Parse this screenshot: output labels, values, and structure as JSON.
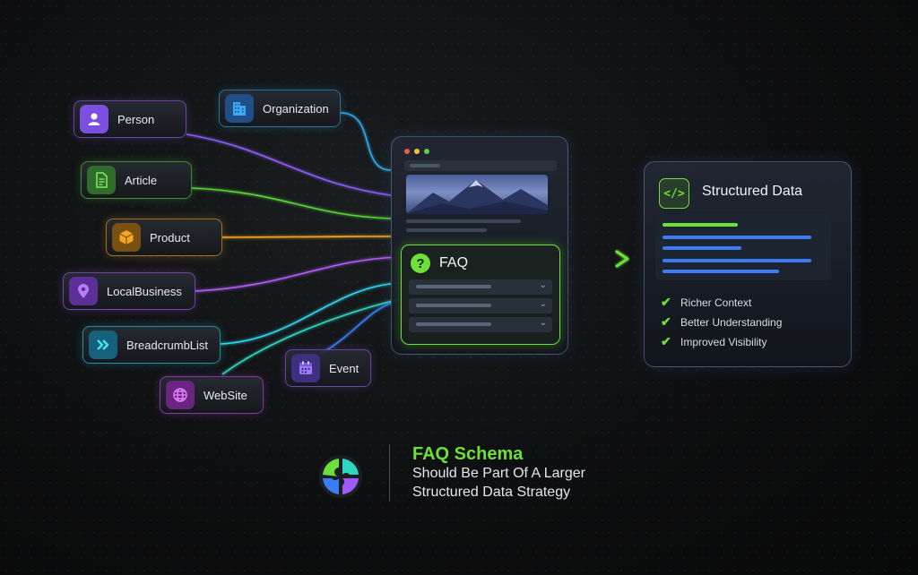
{
  "colors": {
    "green": "#6ee03a",
    "purple": "#9b5cf6",
    "cyan": "#2fd6f0",
    "orange": "#f5a623",
    "blue": "#3b7cf4",
    "magenta": "#c84bf0"
  },
  "schema_types": [
    {
      "label": "Person",
      "icon": "person-icon"
    },
    {
      "label": "Organization",
      "icon": "building-icon"
    },
    {
      "label": "Article",
      "icon": "document-icon"
    },
    {
      "label": "Product",
      "icon": "box-icon"
    },
    {
      "label": "LocalBusiness",
      "icon": "map-pin-icon"
    },
    {
      "label": "BreadcrumbList",
      "icon": "chevrons-right-icon"
    },
    {
      "label": "Event",
      "icon": "calendar-icon"
    },
    {
      "label": "WebSite",
      "icon": "globe-icon"
    }
  ],
  "faq_panel": {
    "title": "FAQ",
    "icon": "question-icon",
    "rows": 3
  },
  "structured_panel": {
    "title": "Structured Data",
    "icon": "code-icon",
    "benefits": [
      "Richer Context",
      "Better Understanding",
      "Improved Visibility"
    ]
  },
  "footer": {
    "title": "FAQ Schema",
    "subtitle_line1": "Should Be Part Of A Larger",
    "subtitle_line2": "Structured Data Strategy",
    "logo_icon": "puzzle-icon"
  }
}
